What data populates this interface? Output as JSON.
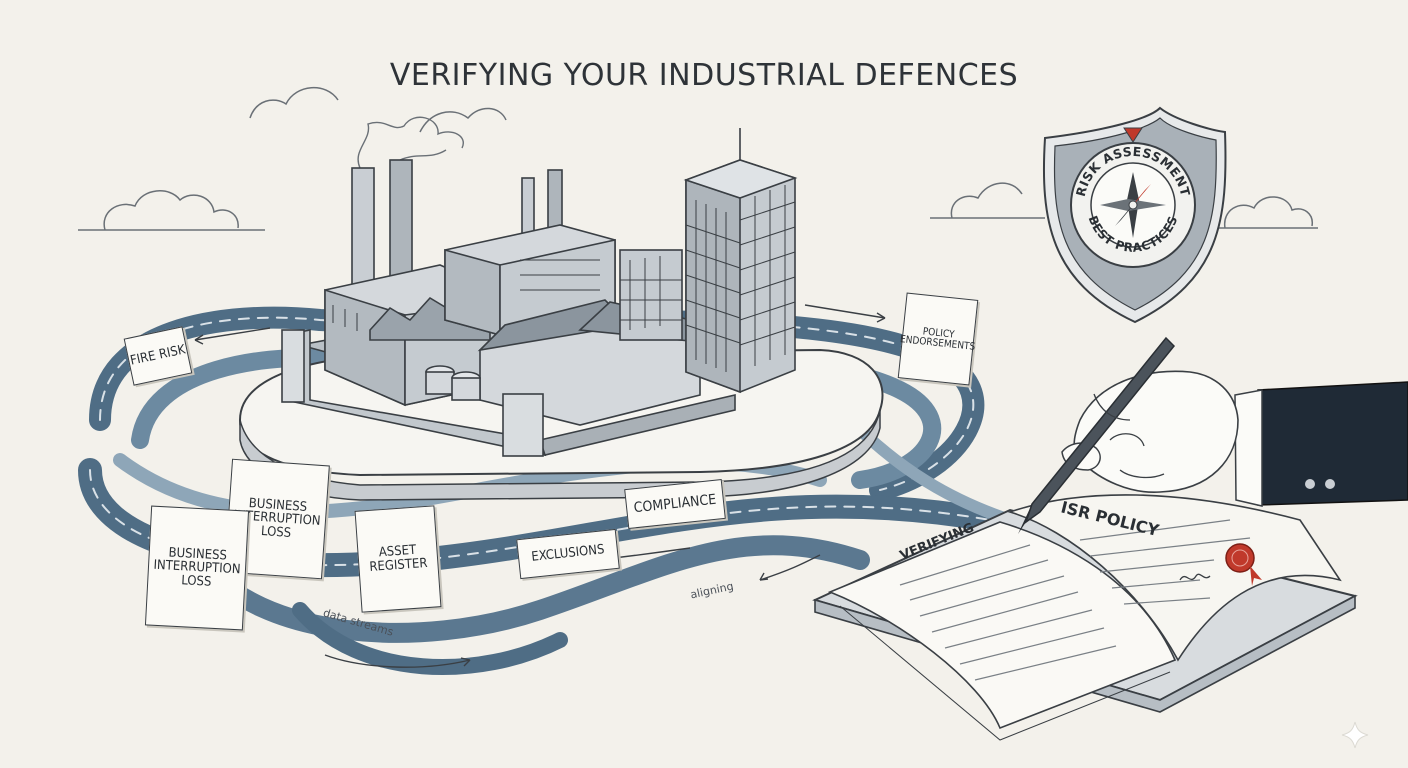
{
  "title": "VERIFYING YOUR INDUSTRIAL DEFENCES",
  "notes": {
    "fire_risk": "FIRE RISK",
    "bi_loss_top": "BUSINESS INTERRUPTION LOSS",
    "bi_loss_bottom": "BUSINESS INTERRUPTION LOSS",
    "asset_register": "ASSET REGISTER",
    "exclusions": "EXCLUSIONS",
    "compliance": "COMPLIANCE",
    "policy_endorsements": "POLICY ENDORSEMENTS"
  },
  "stream_labels": {
    "data_streams": "data streams",
    "aligning": "aligning"
  },
  "shield": {
    "top_arc": "RISK ASSESSMENT",
    "bottom_arc": "BEST PRACTICES"
  },
  "book": {
    "left_page": "VERIFYING",
    "right_page": "ISR POLICY"
  },
  "colors": {
    "background": "#f3f1eb",
    "ink": "#2e3338",
    "river": "#4f6d85",
    "river_light": "#8ea6b8",
    "building_gray": "#9aa3ab",
    "seal_red": "#c0392b",
    "sleeve_navy": "#1f2a36"
  }
}
